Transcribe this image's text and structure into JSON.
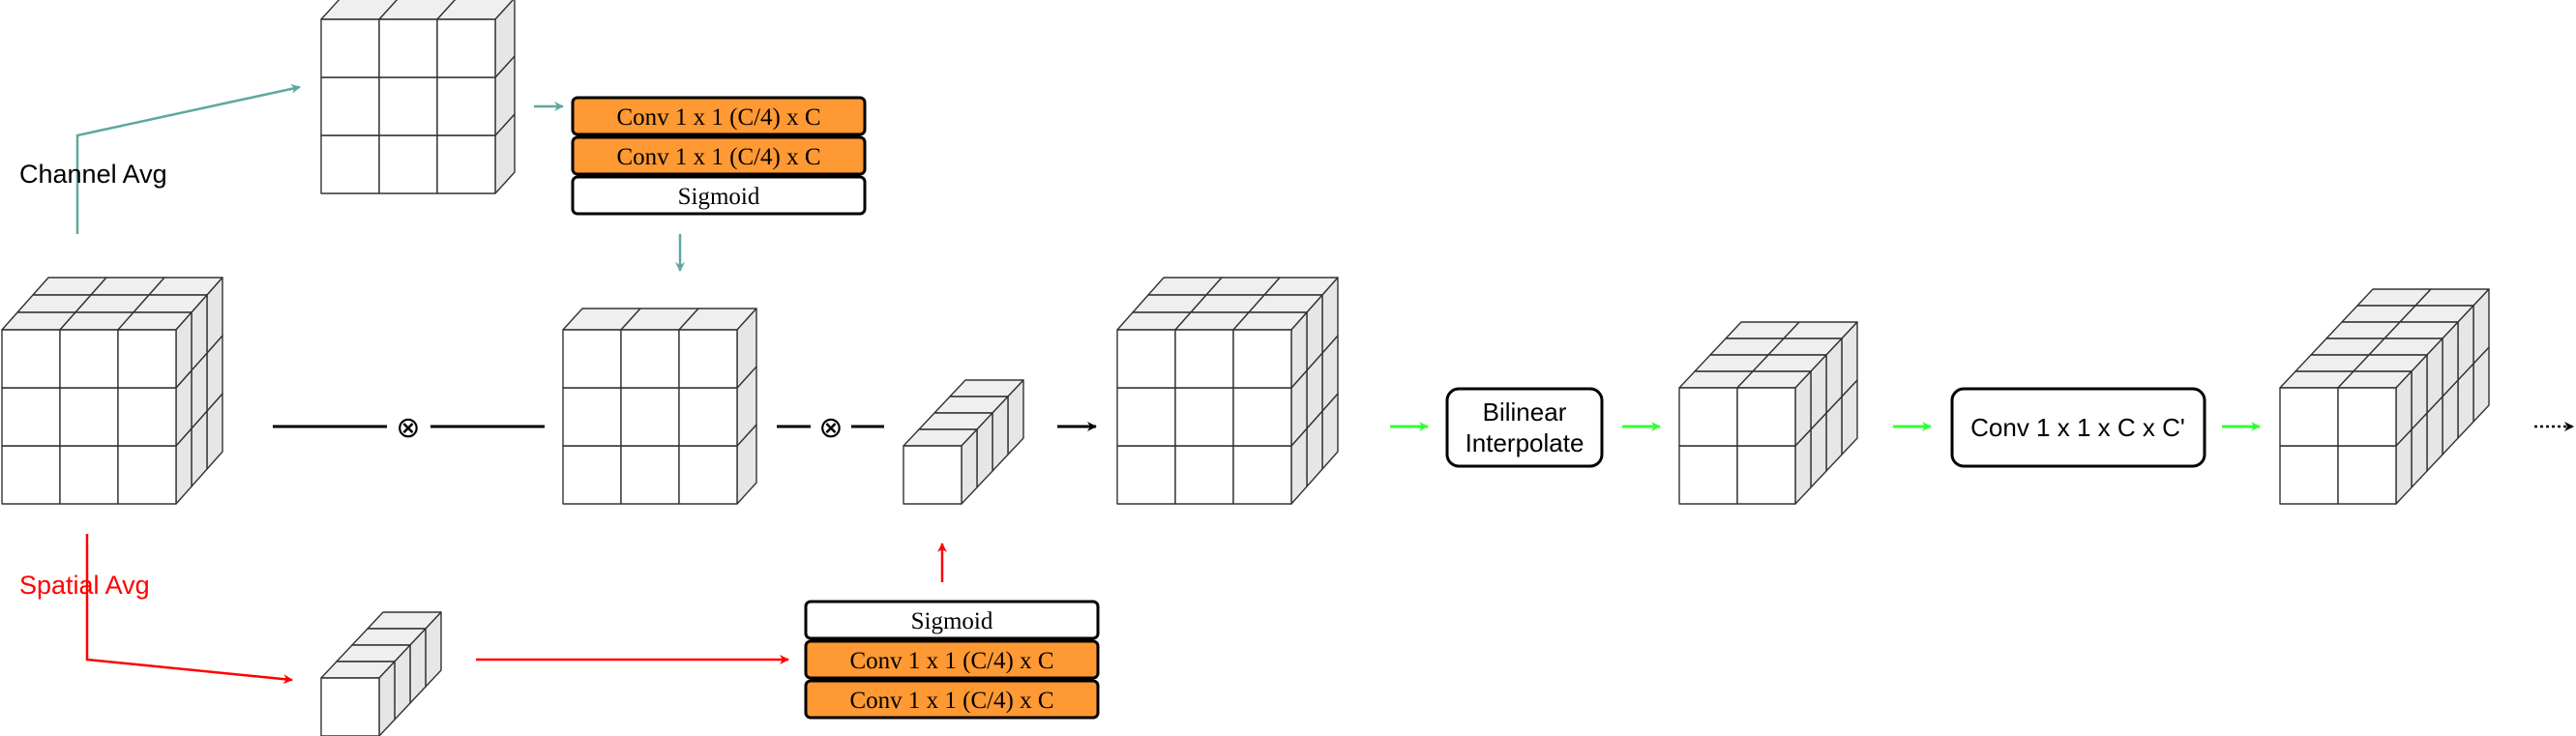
{
  "labels": {
    "channel_avg": "Channel Avg",
    "spatial_avg": "Spatial Avg",
    "bilinear_line1": "Bilinear",
    "bilinear_line2": "Interpolate",
    "conv_c_prime": "Conv 1 x 1 x C x C'",
    "multiply_symbol": "⊗"
  },
  "channel_branch": {
    "blocks": [
      "Conv 1 x 1 (C/4) x C",
      "Conv 1 x 1 (C/4) x C",
      "Sigmoid"
    ]
  },
  "spatial_branch": {
    "blocks": [
      "Sigmoid",
      "Conv 1 x 1 (C/4) x C",
      "Conv 1 x 1 (C/4) x C"
    ]
  },
  "colors": {
    "teal": "#5fa89e",
    "red": "#ff0000",
    "green": "#33ff33",
    "orange": "#ff9933",
    "cube_face": "#ffffff",
    "cube_side": "#e6e6e6",
    "cube_top": "#efefef"
  }
}
